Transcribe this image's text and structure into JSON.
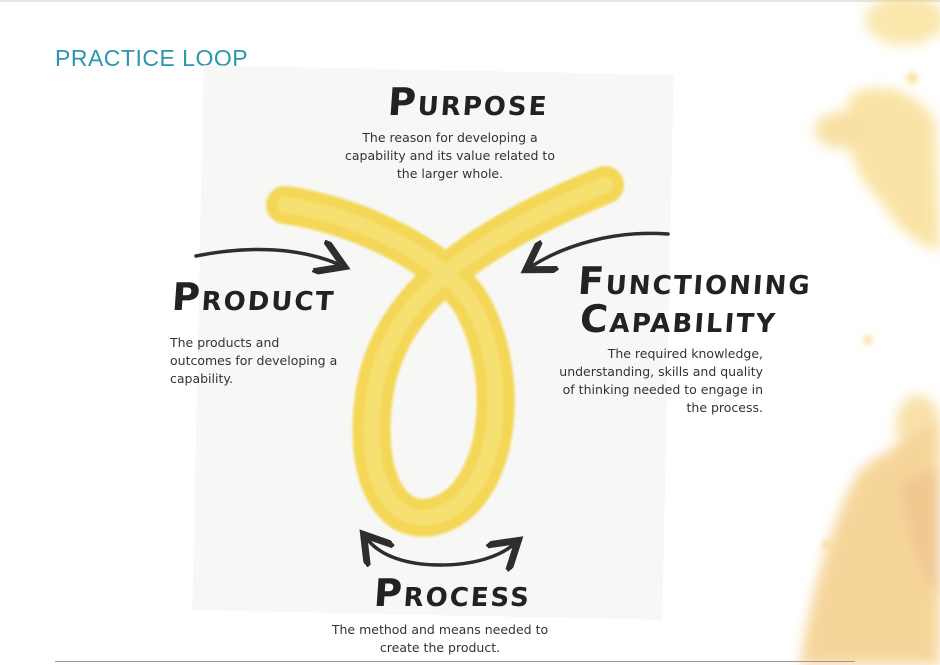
{
  "title": "PRACTICE LOOP",
  "nodes": {
    "purpose": {
      "cap": "P",
      "rest": "URPOSE",
      "description": "The reason for developing a capability and its value related to the larger whole."
    },
    "product": {
      "cap": "P",
      "rest": "RODUCT",
      "description": "The products and outcomes for developing a capability."
    },
    "functioning": {
      "line1_cap": "F",
      "line1_rest": "UNCTIONING",
      "line2_cap": "C",
      "line2_rest": "APABILITY",
      "description": "The required knowledge, understanding, skills and quality of thinking needed to engage in the process."
    },
    "process": {
      "cap": "P",
      "rest": "ROCESS",
      "description": "The method and means needed to create the product."
    }
  },
  "colors": {
    "title": "#2a97ae",
    "loop": "#f4d23a",
    "watercolor": "#f3b845",
    "arrow": "#2e2e2e"
  }
}
